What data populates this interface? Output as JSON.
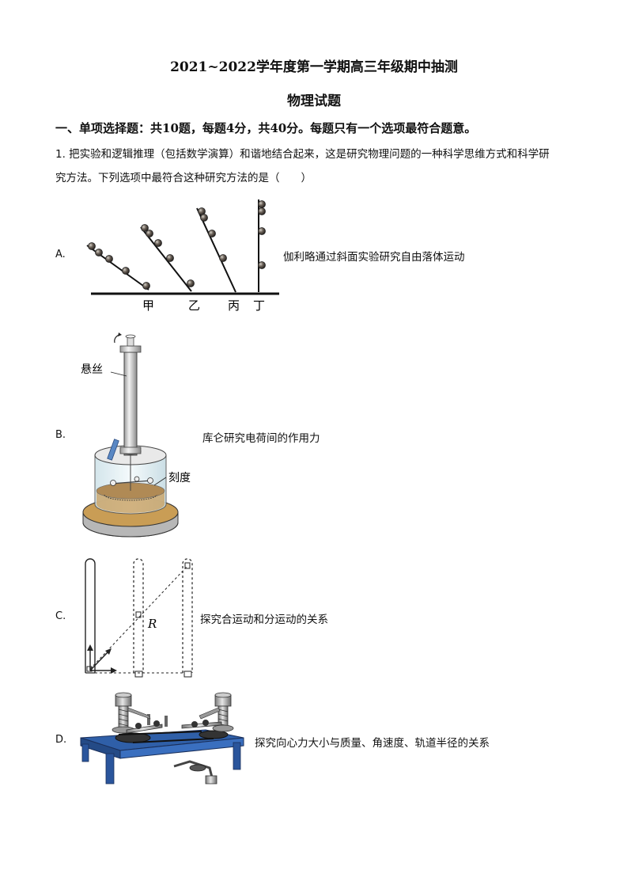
{
  "header": {
    "title": "2021~2022学年度第一学期高三年级期中抽测",
    "subtitle": "物理试题"
  },
  "section": {
    "heading": "一、单项选择题：共10题，每题4分，共40分。每题只有一个选项最符合题意。"
  },
  "question": {
    "line1": "1. 把实验和逻辑推理（包括数学演算）和谐地结合起来，这是研究物理问题的一种科学思维方式和科学研",
    "line2": "究方法。下列选项中最符合这种研究方法的是（　　）"
  },
  "options": [
    {
      "label": "A.",
      "caption": "伽利略通过斜面实验研究自由落体运动",
      "figure_labels": [
        "甲",
        "乙",
        "丙",
        "丁"
      ]
    },
    {
      "label": "B.",
      "caption": "库仑研究电荷间的作用力",
      "figure_labels": [
        "悬丝",
        "刻度"
      ]
    },
    {
      "label": "C.",
      "caption": "探究合运动和分运动的关系",
      "figure_labels": [
        "R"
      ]
    },
    {
      "label": "D.",
      "caption": "探究向心力大小与质量、角速度、轨道半径的关系"
    }
  ]
}
